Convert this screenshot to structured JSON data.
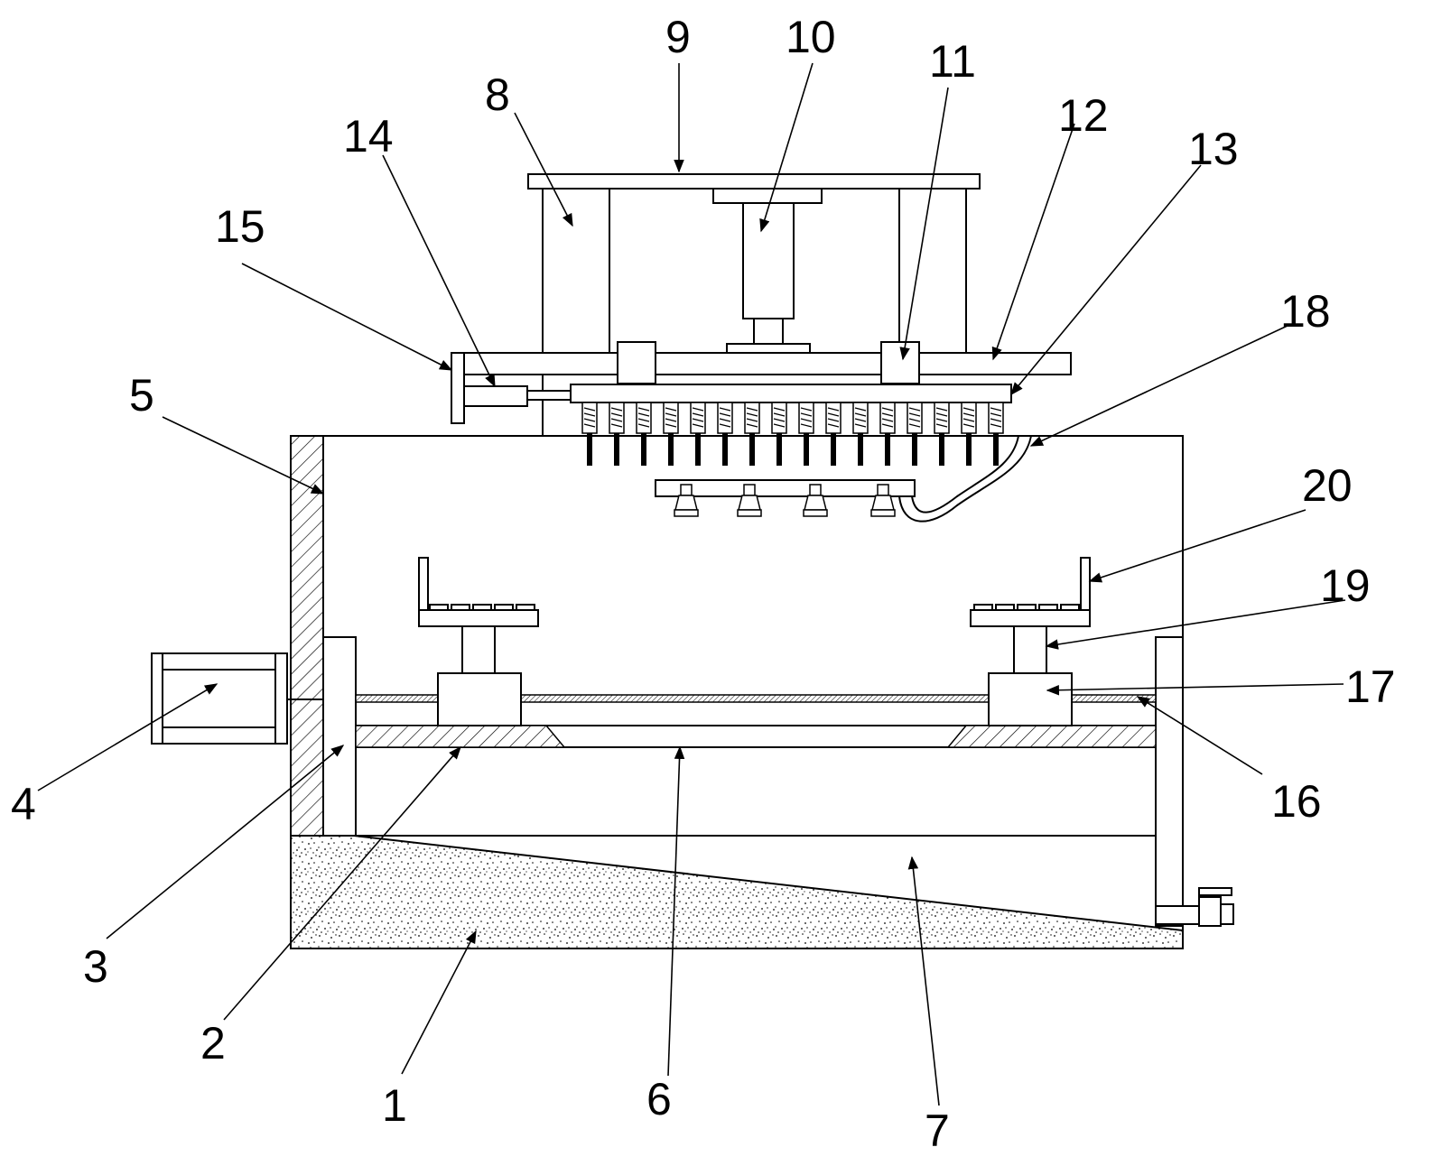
{
  "figure": {
    "labels": [
      {
        "id": "1",
        "text": "1"
      },
      {
        "id": "2",
        "text": "2"
      },
      {
        "id": "3",
        "text": "3"
      },
      {
        "id": "4",
        "text": "4"
      },
      {
        "id": "5",
        "text": "5"
      },
      {
        "id": "6",
        "text": "6"
      },
      {
        "id": "7",
        "text": "7"
      },
      {
        "id": "8",
        "text": "8"
      },
      {
        "id": "9",
        "text": "9"
      },
      {
        "id": "10",
        "text": "10"
      },
      {
        "id": "11",
        "text": "11"
      },
      {
        "id": "12",
        "text": "12"
      },
      {
        "id": "13",
        "text": "13"
      },
      {
        "id": "14",
        "text": "14"
      },
      {
        "id": "15",
        "text": "15"
      },
      {
        "id": "16",
        "text": "16"
      },
      {
        "id": "17",
        "text": "17"
      },
      {
        "id": "18",
        "text": "18"
      },
      {
        "id": "19",
        "text": "19"
      },
      {
        "id": "20",
        "text": "20"
      }
    ]
  },
  "colors": {
    "line": "#000000",
    "background": "#ffffff"
  }
}
